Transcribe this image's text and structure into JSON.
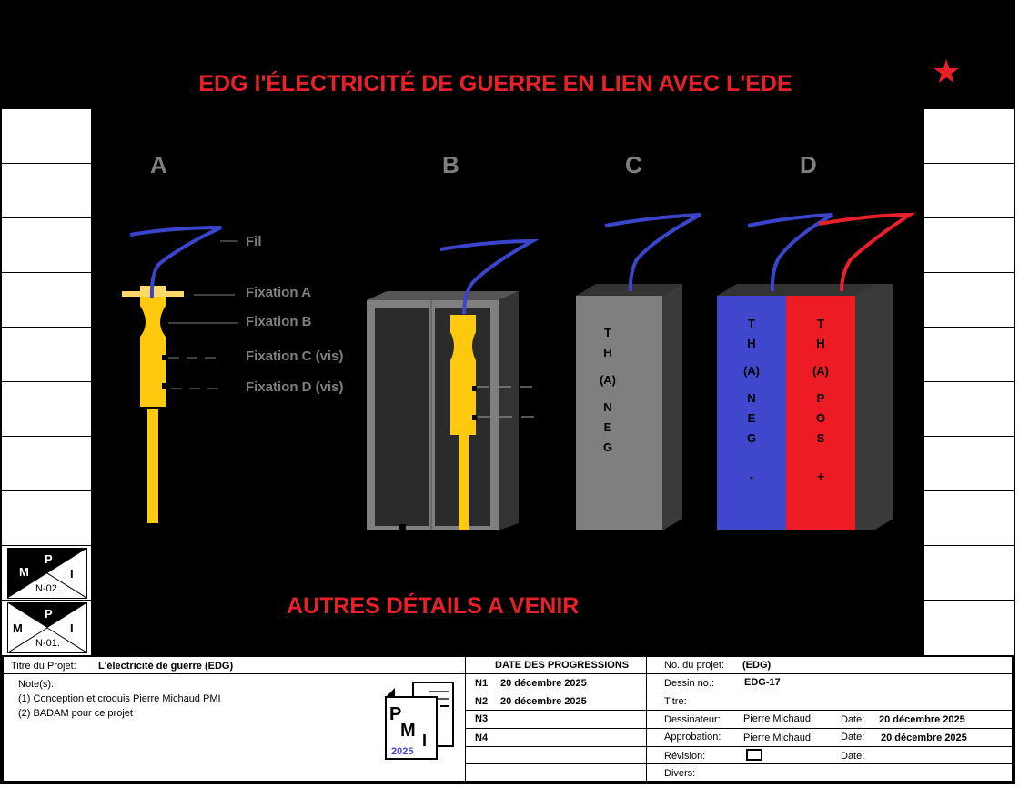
{
  "header": {
    "title": "EDG l'ÉLECTRICITÉ DE GUERRE EN LIEN AVEC L'EDE",
    "star_icon": "star-icon"
  },
  "diagram": {
    "panels": [
      "A",
      "B",
      "C",
      "D"
    ],
    "labels": [
      "Fil",
      "Fixation A",
      "Fixation B",
      "Fixation C (vis)",
      "Fixation D (vis)"
    ],
    "battery_c": [
      "T",
      "H",
      "(A)",
      "N",
      "E",
      "G"
    ],
    "battery_d_neg": [
      "T",
      "H",
      "(A)",
      "N",
      "E",
      "G",
      "-"
    ],
    "battery_d_pos": [
      "T",
      "H",
      "(A)",
      "P",
      "O",
      "S",
      "+"
    ],
    "footer_note": "AUTRES DÉTAILS A VENIR",
    "colors": {
      "wire": "#3b45cc",
      "wire_pos": "#e8202a",
      "clip": "#ffc90e",
      "neg": "#3f48cc",
      "pos": "#ed1c24",
      "case": "#7f7f7f"
    }
  },
  "badges": [
    {
      "letters": [
        "M",
        "P",
        "I"
      ],
      "code": "N-02."
    },
    {
      "letters": [
        "M",
        "P",
        "I"
      ],
      "code": "N-01."
    }
  ],
  "title_block": {
    "project_title_label": "Titre du Projet:",
    "project_title": "L'électricité de guerre (EDG)",
    "notes_label": "Note(s):",
    "notes": [
      "(1) Conception et croquis Pierre Michaud PMI",
      "(2) BADAM pour ce projet"
    ],
    "logo": {
      "letters": [
        "P",
        "M",
        "I"
      ],
      "year": "2025"
    },
    "progress_header": "DATE DES PROGRESSIONS",
    "progress": [
      {
        "n": "N1",
        "date": "20 décembre 2025"
      },
      {
        "n": "N2",
        "date": "20 décembre 2025"
      },
      {
        "n": "N3",
        "date": ""
      },
      {
        "n": "N4",
        "date": ""
      }
    ],
    "project_no_label": "No. du projet:",
    "project_no": "(EDG)",
    "drawing_no_label": "Dessin no.:",
    "drawing_no": "EDG-17",
    "titre_label": "Titre:",
    "drafter_label": "Dessinateur:",
    "drafter": "Pierre Michaud",
    "drafter_date_label": "Date:",
    "drafter_date": "20 décembre 2025",
    "approval_label": "Approbation:",
    "approver": "Pierre Michaud",
    "approval_date_label": "Date:",
    "approval_date": "20 décembre 2025",
    "revision_label": "Révision:",
    "revision_date_label": "Date:",
    "divers_label": "Divers:"
  }
}
